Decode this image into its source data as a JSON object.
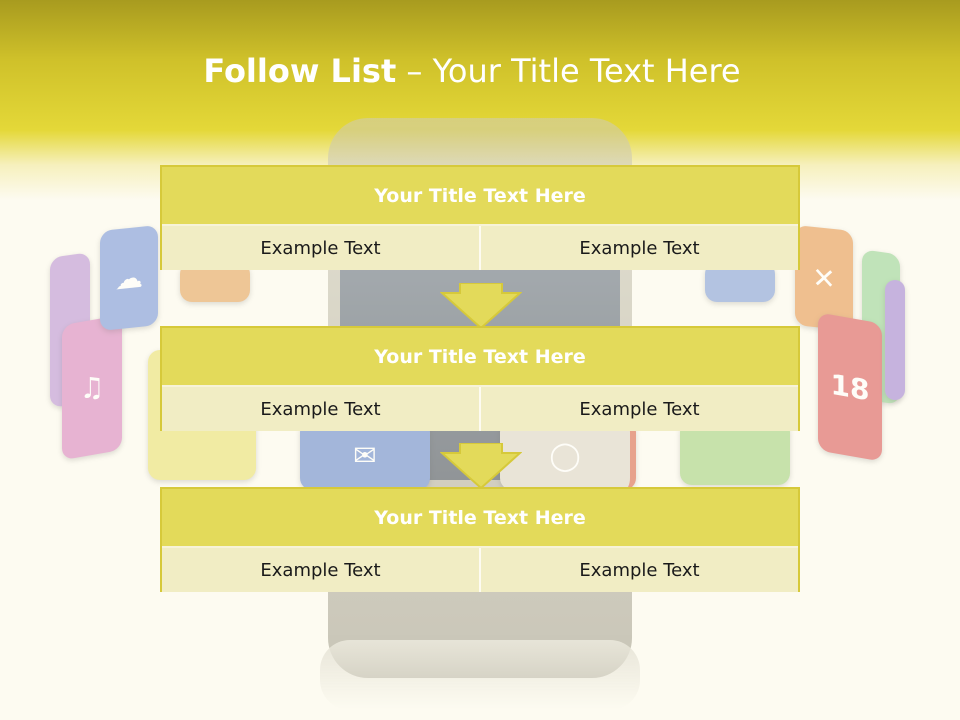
{
  "title": {
    "bold": "Follow List",
    "rest": " – Your Title Text Here"
  },
  "steps": [
    {
      "title": "Your Title Text Here",
      "left": "Example Text",
      "right": "Example Text"
    },
    {
      "title": "Your Title Text Here",
      "left": "Example Text",
      "right": "Example Text"
    },
    {
      "title": "Your Title Text Here",
      "left": "Example Text",
      "right": "Example Text"
    }
  ],
  "colors": {
    "accent": "#e3da5a",
    "border": "#d6c93a",
    "banner": "#cfc12a"
  }
}
